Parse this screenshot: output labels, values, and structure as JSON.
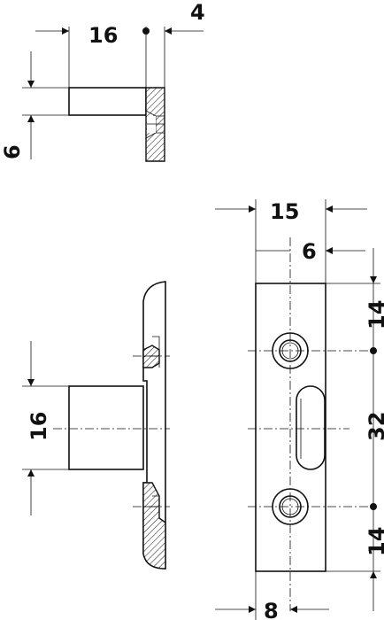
{
  "diagram": {
    "dimensions": {
      "top_width": "16",
      "top_plate": "4",
      "top_height": "6",
      "front_width": "15",
      "front_inner": "6",
      "front_top_hole": "14",
      "front_span": "32",
      "front_bottom_hole": "14",
      "front_bottom": "8",
      "side_height": "16"
    },
    "colors": {
      "line": "#111111",
      "background": "#ffffff"
    }
  }
}
